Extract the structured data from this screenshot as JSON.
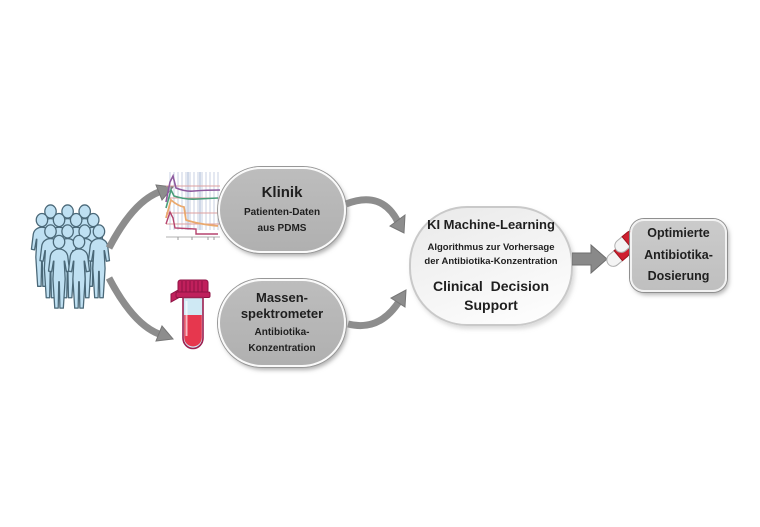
{
  "colors": {
    "node_gray": "#b5b5b5",
    "ki_node_light": "#f2f2f2",
    "result_gray": "#c6c6c6",
    "arrow_gray": "#8d8d8d",
    "people_blue": "#bfe0f2",
    "pill_red": "#cf2030",
    "tube_cap_magenta": "#c0205c",
    "blood_red": "#e6374e",
    "text_dark": "#1f1f1f"
  },
  "icons": {
    "patients": "patients-group-icon",
    "chart": "concentration-curves-chart-icon",
    "tube": "blood-sample-tube-icon",
    "pills": "antibiotic-capsules-icon"
  },
  "nodes": {
    "klinik": {
      "title": "Klinik",
      "subtitle_line1": "Patienten-Daten",
      "subtitle_line2": "aus PDMS"
    },
    "massenspektrometer": {
      "title_line1": "Massen-",
      "title_line2": "spektrometer",
      "subtitle_line1": "Antibiotika-",
      "subtitle_line2": "Konzentration"
    },
    "ki_machine_learning": {
      "title": "KI Machine-Learning",
      "subtitle_line1": "Algorithmus zur Vorhersage",
      "subtitle_line2": "der Antibiotika-Konzentration",
      "body_line1": "Clinical Decision",
      "body_line2": "Support"
    },
    "ergebnis": {
      "line1": "Optimierte",
      "line2": "Antibiotika-",
      "line3": "Dosierung"
    }
  }
}
